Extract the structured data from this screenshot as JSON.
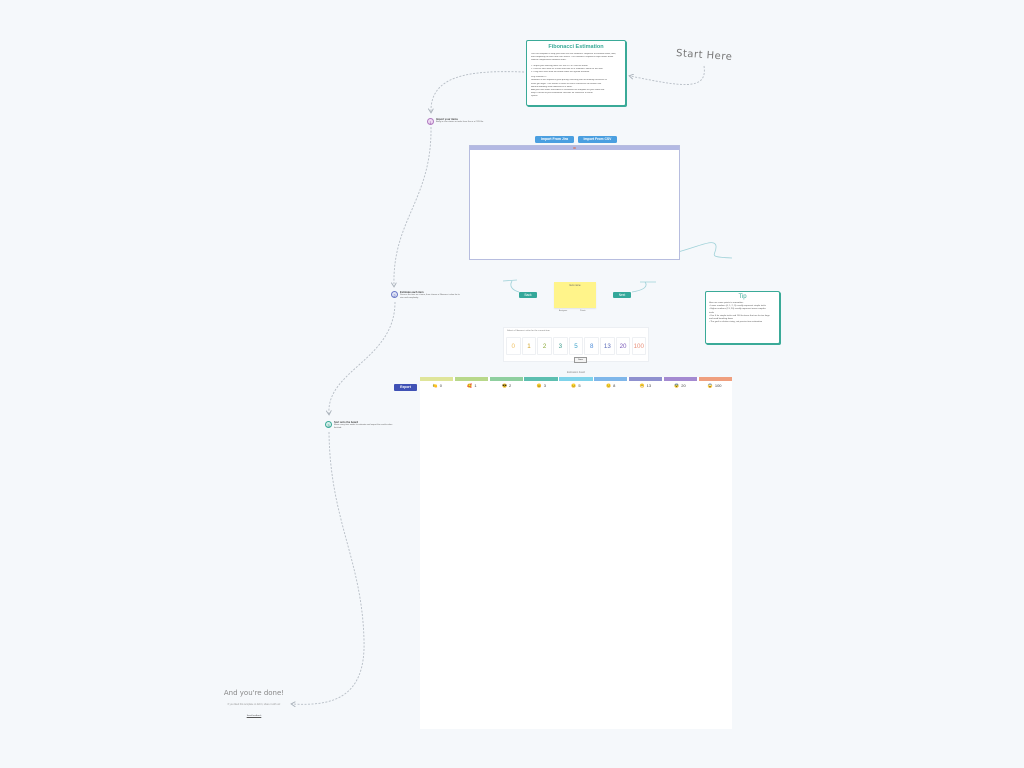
{
  "intro": {
    "title": "Fibonacci Estimation",
    "lines": [
      "Use this template to help your team use the Fibonacci sequence to estimate effort, time,",
      "and complexity of tasks and user stories. The Fibonacci sequence helps teams make",
      "relative comparisons between items.",
      "",
      "1. Import your backlog items via Jira or CSV into the frame.",
      "2. Discuss each item as a team and vote on a Fibonacci value for the item.",
      "3. Drag each item onto the board under the agreed estimate.",
      "",
      "Why Fibonacci?",
      "Numbers in the sequence grow quickly, reflecting that uncertainty increases as",
      "tasks get larger. This makes it easier to reach consensus on relative size",
      "without debating small differences in effort.",
      "Add your own notes and labels to customize the template for your team and",
      "keep a record of past estimation sessions for reference in future",
      "sprints."
    ]
  },
  "start_here": "Start Here",
  "steps": [
    {
      "num": "1",
      "title": "Import your items",
      "desc": "Bring in user stories or tasks from Jira or a CSV file."
    },
    {
      "num": "2",
      "title": "Estimate each item",
      "desc": "Discuss the item as a team, then choose a Fibonacci value for its size and complexity."
    },
    {
      "num": "3",
      "title": "Sort onto the board",
      "desc": "Move every item under its estimate and export the results when finished."
    }
  ],
  "import": {
    "jira": "Import From Jira",
    "csv": "Import From CSV"
  },
  "controls": {
    "back": "Back",
    "next": "Next",
    "sticky_text": "Item name",
    "sticky_meta_left": "Assignee",
    "sticky_meta_right": "Points"
  },
  "tip": {
    "title": "Tip",
    "lines": [
      "Here are some points to remember:",
      "• Lower numbers (0, 1, 2, 3) usually represent simple tasks",
      "• Higher numbers (13, 20) usually represent more complex",
      "  tasks",
      "• Use 0 for simple tasks and 100 for items that are far too large",
      "  and need breaking down",
      "• The goal is relative sizing, not precise time estimation"
    ]
  },
  "fib": {
    "label": "Select a Fibonacci value for the current item",
    "values": [
      "0",
      "1",
      "2",
      "3",
      "5",
      "8",
      "13",
      "20",
      "100"
    ],
    "colors": [
      "#f0c060",
      "#cfa020",
      "#8aa838",
      "#3a9a8a",
      "#38a0c8",
      "#4a8ad8",
      "#5a6ab8",
      "#7a58b8",
      "#e8907a"
    ],
    "ok": "Done"
  },
  "board": {
    "label": "Estimation board",
    "header_colors": [
      "#dfe59a",
      "#b8d88a",
      "#8fcf9f",
      "#5dbfb0",
      "#7fd3ea",
      "#7fb7ea",
      "#8f91cf",
      "#a48ad1",
      "#ef9f7e"
    ],
    "columns": [
      {
        "emoji": "🍋",
        "value": "0"
      },
      {
        "emoji": "🥰",
        "value": "1"
      },
      {
        "emoji": "😎",
        "value": "2"
      },
      {
        "emoji": "😊",
        "value": "3"
      },
      {
        "emoji": "😐",
        "value": "5"
      },
      {
        "emoji": "😕",
        "value": "8"
      },
      {
        "emoji": "😬",
        "value": "13"
      },
      {
        "emoji": "😨",
        "value": "20"
      },
      {
        "emoji": "😱",
        "value": "100"
      }
    ],
    "export": "Export"
  },
  "done": {
    "title": "And you're done!",
    "sub": "If you liked this template or didn't, share it with us!",
    "link": "Send feedback"
  },
  "colors": {
    "accent": "#3aaa98",
    "primary": "#3f51b5",
    "import_button": "#4a9fe0"
  }
}
